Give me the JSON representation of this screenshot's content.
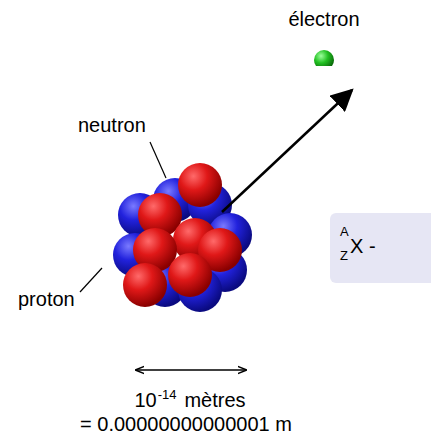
{
  "diagram": {
    "nodes": [
      {
        "text": [
          "électron"
        ]
      },
      {
        "text": [
          "A",
          "Z",
          "X -"
        ]
      }
    ],
    "labels": [
      "neutron",
      "proton",
      "10",
      "-14",
      "mètres",
      "= 0.00000000000001 m"
    ]
  }
}
